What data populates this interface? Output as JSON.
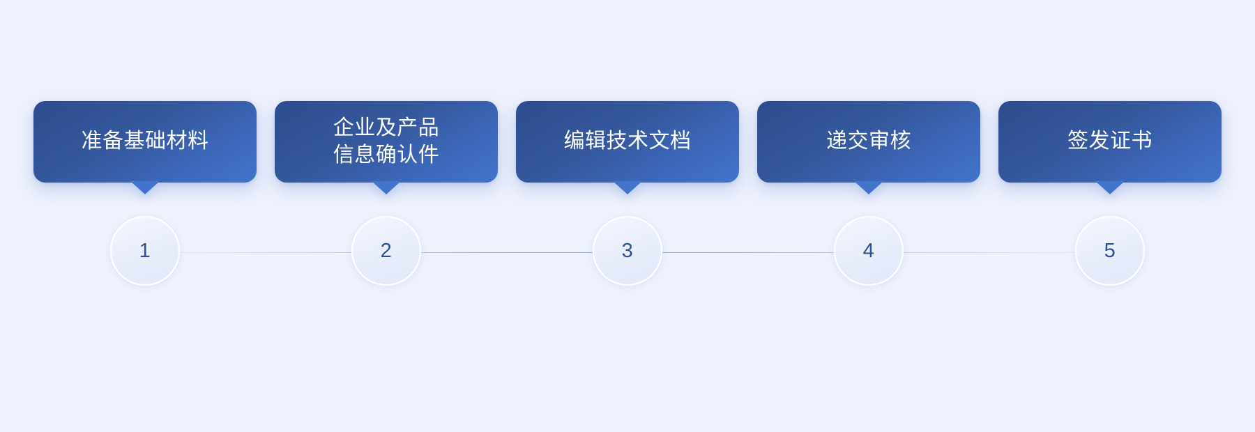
{
  "diagram": {
    "type": "horizontal-process-flow",
    "background_color": "#eff2fd",
    "card_gradient_from": "#2c4c8e",
    "card_gradient_to": "#4274cb",
    "card_text_color": "#ffffff",
    "number_color": "#2f4f93",
    "circle_fill": "#e9effb",
    "circle_border_color": "#ffffff",
    "connector_color": "#7892c4",
    "steps": [
      {
        "number": "1",
        "label": "准备基础材料"
      },
      {
        "number": "2",
        "label": "企业及产品\n信息确认件"
      },
      {
        "number": "3",
        "label": "编辑技术文档"
      },
      {
        "number": "4",
        "label": "递交审核"
      },
      {
        "number": "5",
        "label": "签发证书"
      }
    ]
  }
}
